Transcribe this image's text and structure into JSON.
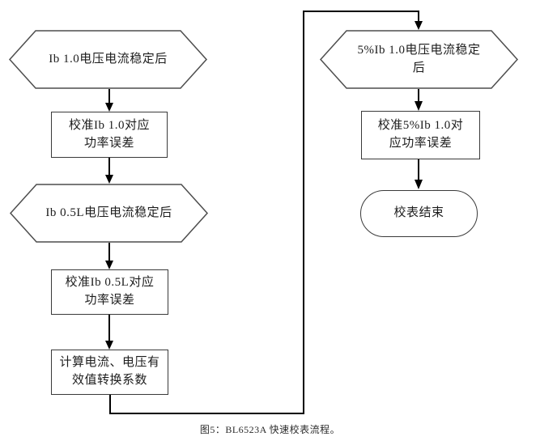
{
  "figure": {
    "caption": "图5：BL6523A 快速校表流程。"
  },
  "flowchart": {
    "nodes": [
      {
        "id": "cond-ib-1-0",
        "type": "hexagon",
        "label": "Ib 1.0电压电流稳定后"
      },
      {
        "id": "cal-ib-1-0",
        "type": "process",
        "label": "校准Ib 1.0对应\n功率误差"
      },
      {
        "id": "cond-ib-0-5l",
        "type": "hexagon",
        "label": "Ib 0.5L电压电流稳定后"
      },
      {
        "id": "cal-ib-0-5l",
        "type": "process",
        "label": "校准Ib 0.5L对应\n功率误差"
      },
      {
        "id": "calc-rms-coeff",
        "type": "process",
        "label": "计算电流、电压有\n效值转换系数"
      },
      {
        "id": "cond-5pct-ib",
        "type": "hexagon",
        "label": "5%Ib 1.0电压电流稳定\n后"
      },
      {
        "id": "cal-5pct-ib",
        "type": "process",
        "label": "校准5%Ib 1.0对\n应功率误差"
      },
      {
        "id": "end-terminator",
        "type": "terminator",
        "label": "校表结束"
      }
    ]
  }
}
